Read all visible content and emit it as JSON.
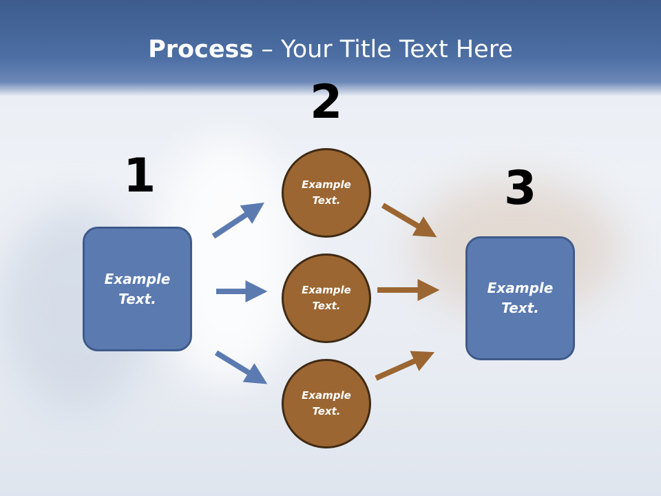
{
  "slide": {
    "title_bold": "Process",
    "title_rest": " – Your Title Text Here"
  },
  "steps": {
    "num1": "1",
    "num2": "2",
    "num3": "3"
  },
  "nodes": {
    "left_box": "Example Text.",
    "circle_top": "Example Text.",
    "circle_middle": "Example Text.",
    "circle_bottom": "Example Text.",
    "right_box": "Example Text."
  },
  "colors": {
    "header_blue": "#4d6fa4",
    "box_blue": "#5b7ab0",
    "circle_brown": "#9b6632",
    "arrow_blue": "#5b7ab0",
    "arrow_brown": "#9b6632"
  }
}
